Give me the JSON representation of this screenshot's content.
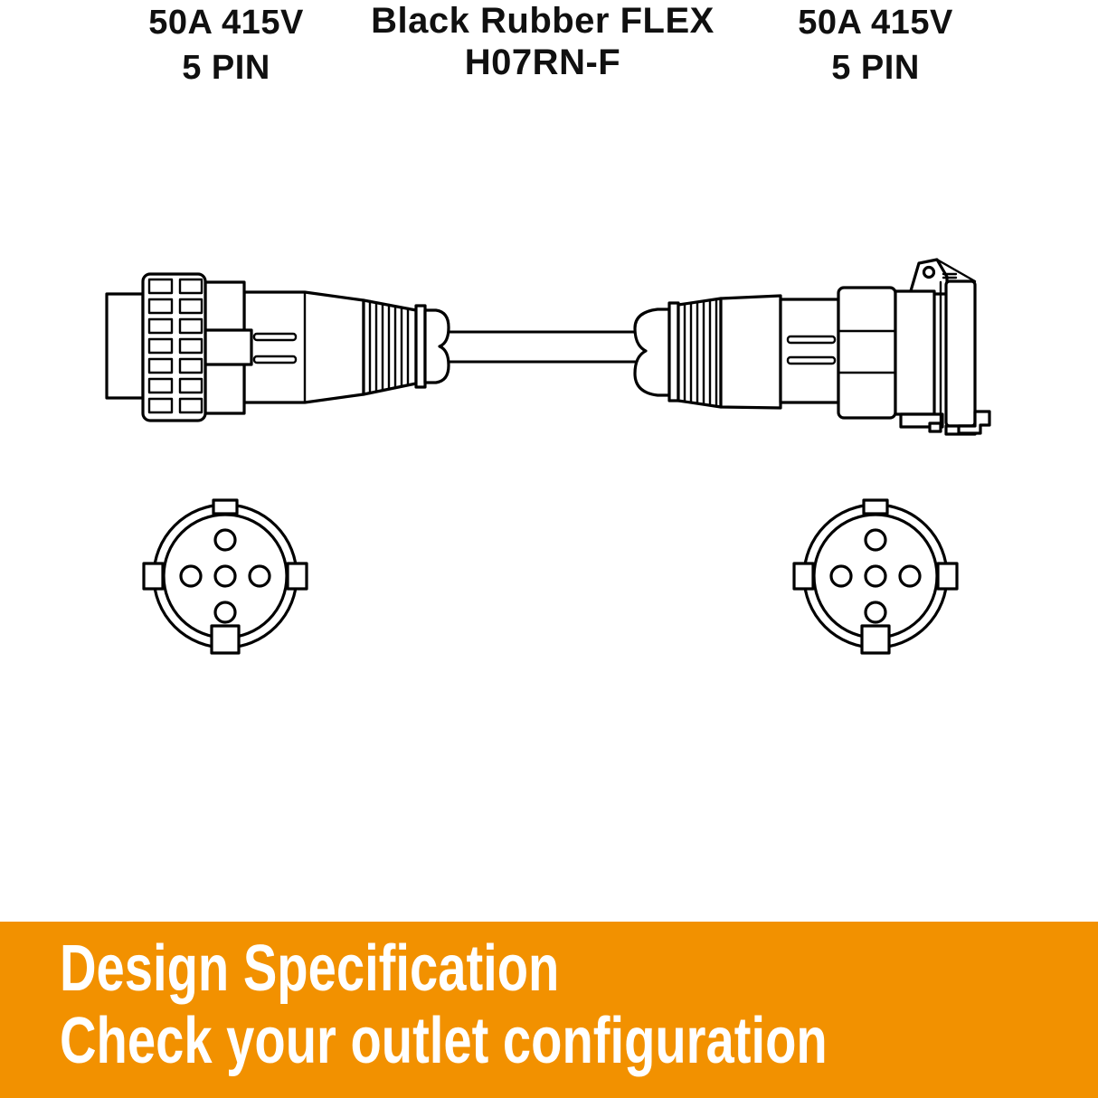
{
  "drawing": {
    "cable_spec_line1": "Black Rubber FLEX",
    "cable_spec_line2": "H07RN-F"
  },
  "left_connector_label": {
    "rating": "50A 415V",
    "pin_count": "5 PIN"
  },
  "right_connector_label": {
    "rating": "50A 415V",
    "pin_count": "5 PIN"
  },
  "banner": {
    "line1": "Design Specification",
    "line2": "Check your outlet configuration",
    "background_color": "#F29100",
    "text_color": "#FFFFFF"
  },
  "colors": {
    "line_art": "#000000",
    "page_background": "#FFFFFF"
  }
}
